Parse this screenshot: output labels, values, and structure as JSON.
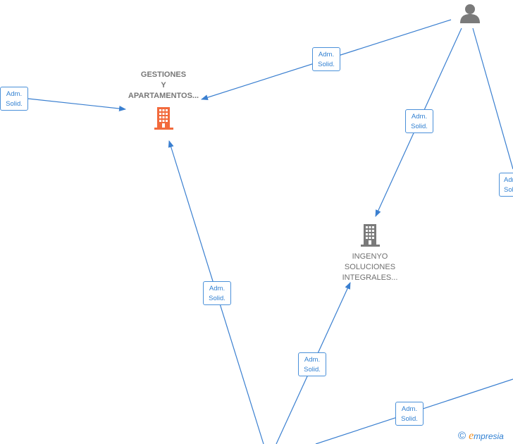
{
  "nodes": {
    "gestiones": {
      "lines": [
        "GESTIONES",
        "Y",
        "APARTAMENTOS..."
      ],
      "icon": "building-icon",
      "color": "#f26a3c"
    },
    "ingenyo": {
      "lines": [
        "INGENYO",
        "SOLUCIONES",
        "INTEGRALES..."
      ],
      "icon": "building-icon",
      "color": "#7a7a7a"
    },
    "person": {
      "icon": "person-icon",
      "color": "#7a7a7a"
    }
  },
  "edge_labels": [
    {
      "line1": "Adm.",
      "line2": "Solid."
    },
    {
      "line1": "Adm.",
      "line2": "Solid."
    },
    {
      "line1": "Adm.",
      "line2": "Solid."
    },
    {
      "line1": "Adm.",
      "line2": "Solid."
    },
    {
      "line1": "Adm.",
      "line2": "Solid."
    },
    {
      "line1": "Adm.",
      "line2": "Solid."
    },
    {
      "line1": "Adm.",
      "line2": "Solid."
    }
  ],
  "colors": {
    "edge": "#3a7fd0",
    "accent": "#2f7fd1"
  },
  "watermark": {
    "copyright": "©",
    "brand_initial": "e",
    "brand_rest": "mpresia"
  }
}
